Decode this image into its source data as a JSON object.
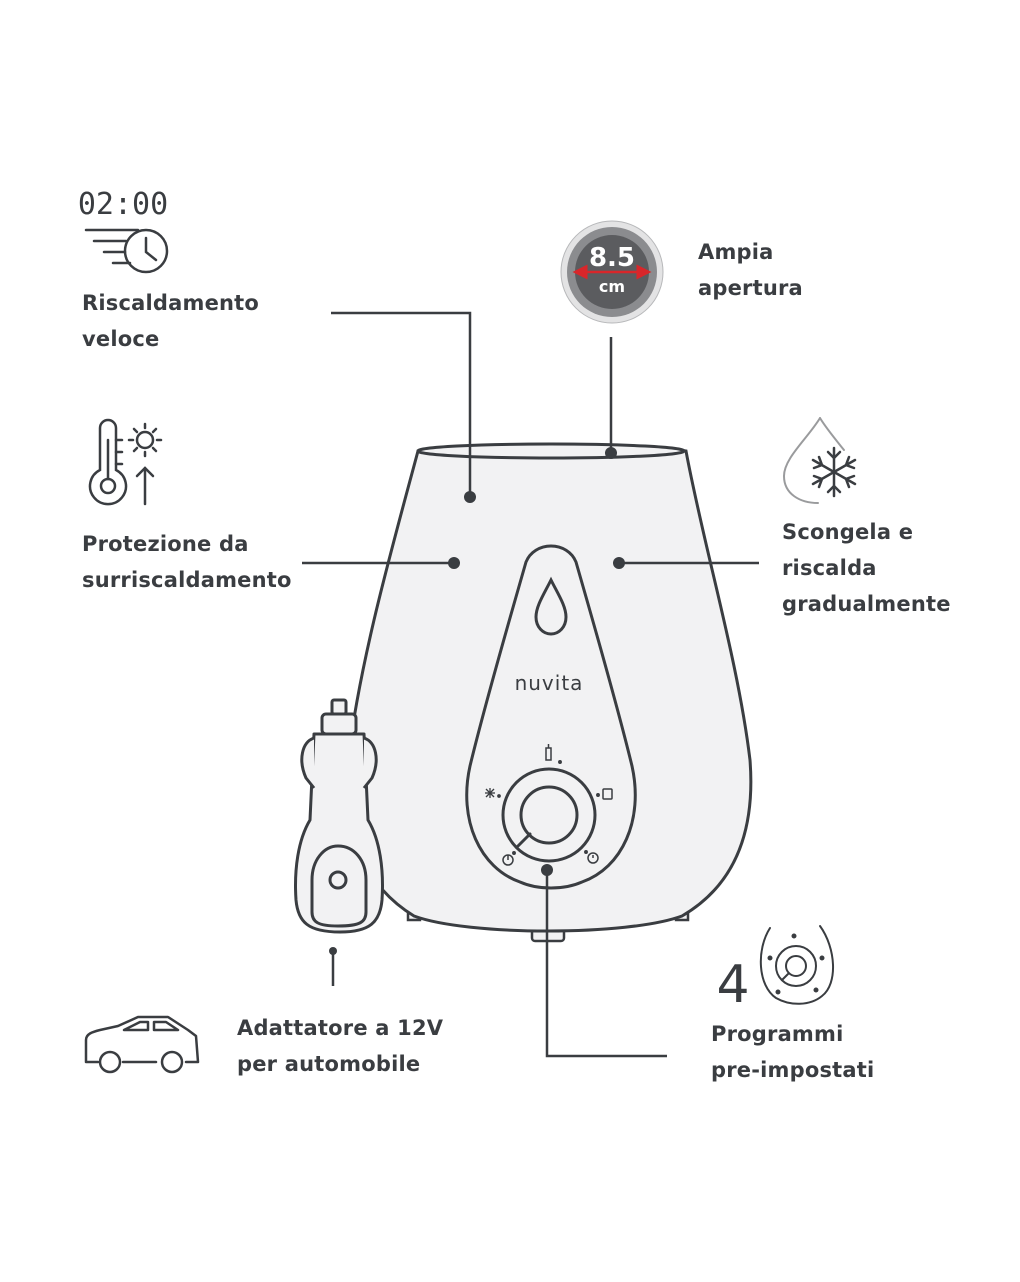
{
  "features": {
    "fast_heating": {
      "line1": "Riscaldamento",
      "line2": "veloce",
      "icon": "clock-timer-icon",
      "timer_display": "02:00"
    },
    "wide_opening": {
      "line1": "Ampia",
      "line2": "apertura",
      "icon": "opening-diameter-icon",
      "diameter_value": "8.5",
      "diameter_unit": "cm"
    },
    "overheat_protection": {
      "line1": "Protezione da",
      "line2": "surriscaldamento",
      "icon": "thermometer-sun-icon"
    },
    "defrost": {
      "line1": "Scongela e",
      "line2": "riscalda",
      "line3": "gradualmente",
      "icon": "drop-snowflake-icon"
    },
    "car_adapter": {
      "line1": "Adattatore a 12V",
      "line2": "per automobile",
      "icon": "car-icon"
    },
    "programs": {
      "line1": "Programmi",
      "line2": "pre-impostati",
      "icon": "knob-programs-icon",
      "count": "4"
    }
  },
  "device": {
    "brand": "nuvita"
  },
  "colors": {
    "line": "#3a3d41",
    "body_fill": "#f2f2f3",
    "accent_red": "#d8262a",
    "badge_dark": "#5b5c5f",
    "badge_ring": "#9a9b9d"
  }
}
